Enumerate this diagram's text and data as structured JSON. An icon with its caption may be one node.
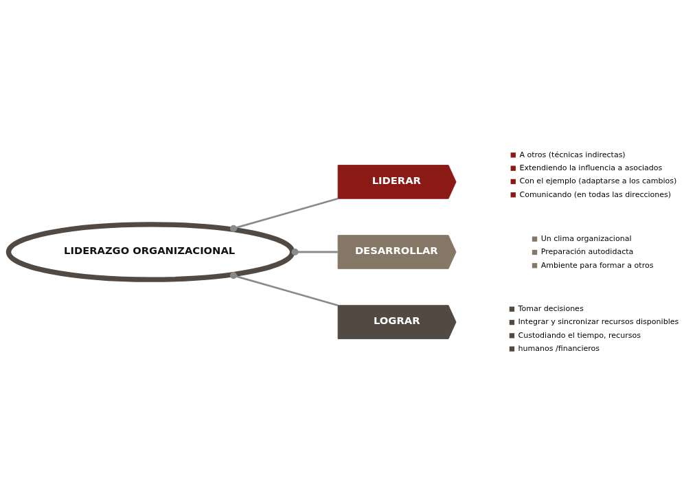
{
  "diagram": {
    "nodes": [
      {
        "text": [
          "LIDERAZGO ORGANIZACIONAL"
        ]
      },
      {
        "text": [
          "LIDERAR"
        ],
        "beside": [
          "A otros (técnicas indirectas)",
          "Extendiendo la influencia a asociados",
          "Con el ejemplo (adaptarse a los cambios)",
          "Comunicando (en todas las direcciones)"
        ]
      },
      {
        "text": [
          "DESARROLLAR"
        ],
        "beside": [
          "Un clima organizacional",
          "Preparación autodidacta",
          "Ambiente para formar a otros"
        ]
      },
      {
        "text": [
          "LOGRAR"
        ],
        "beside": [
          "Tomar decisiones",
          "Integrar y sincronizar recursos disponibles",
          "Custodiando el tiempo, recursos",
          "humanos /financieros"
        ]
      }
    ],
    "edges": [
      {
        "from": 0,
        "to": 1,
        "arrow": "other"
      },
      {
        "from": 0,
        "to": 2,
        "arrow": "other"
      },
      {
        "from": 0,
        "to": 3,
        "arrow": "other"
      }
    ]
  }
}
